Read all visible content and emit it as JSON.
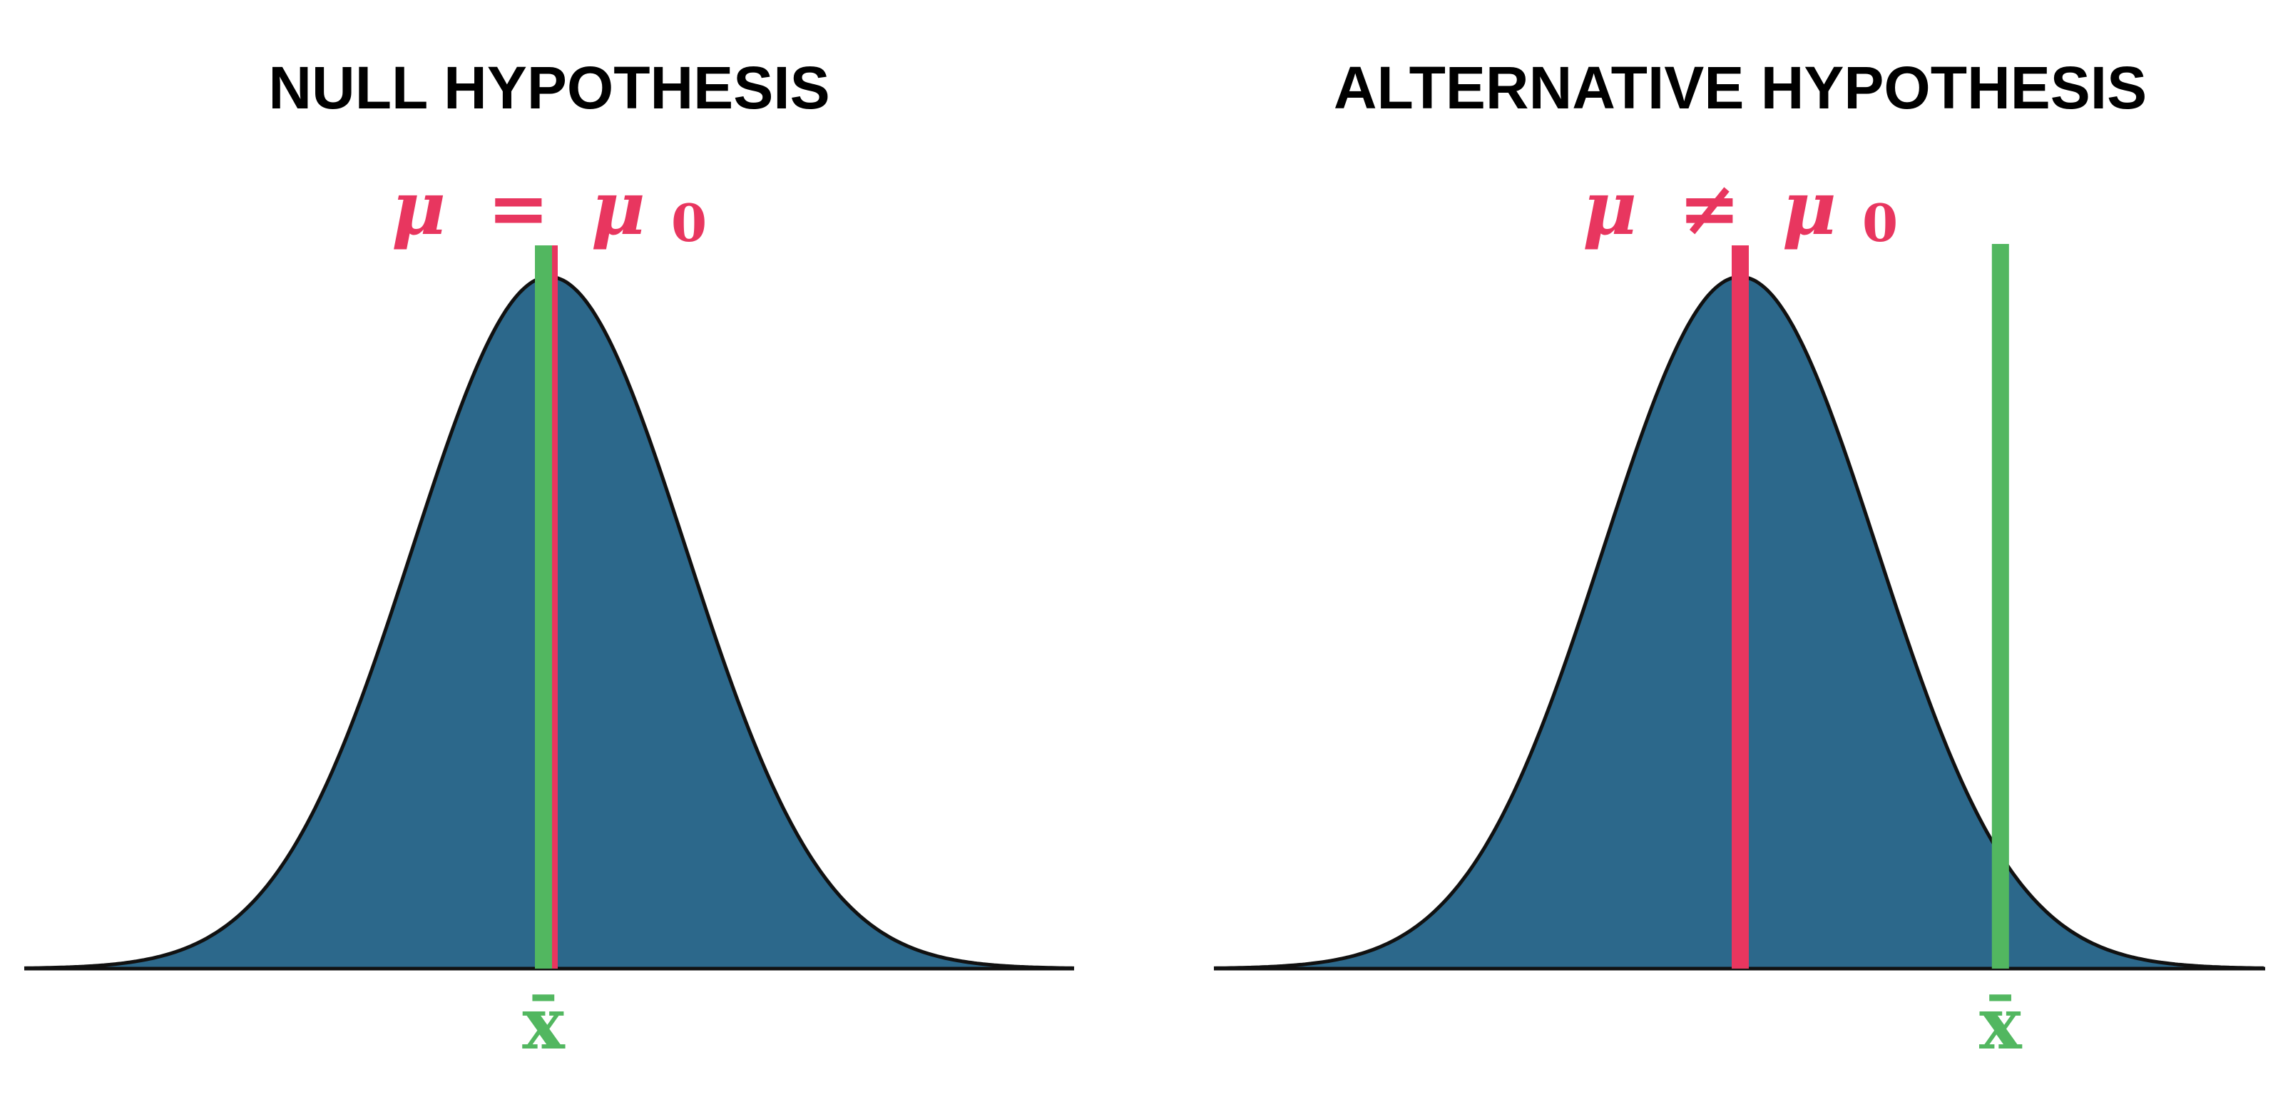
{
  "colors": {
    "curve_fill": "#2c688b",
    "curve_stroke": "#111111",
    "mean_line": "#e8365f",
    "sample_line": "#52b760",
    "title": "#000000"
  },
  "panels": [
    {
      "title": "NULL HYPOTHESIS",
      "hypothesis": {
        "symbol": "μ",
        "relation": "=",
        "target_symbol": "μ",
        "target_subscript": "0"
      },
      "sample_mean_label": "x̄",
      "sample_mean_offset_sd": 0.0
    },
    {
      "title": "ALTERNATIVE HYPOTHESIS",
      "hypothesis": {
        "symbol": "μ",
        "relation": "≠",
        "target_symbol": "μ",
        "target_subscript": "0"
      },
      "sample_mean_label": "x̄",
      "sample_mean_offset_sd": 1.9
    }
  ]
}
